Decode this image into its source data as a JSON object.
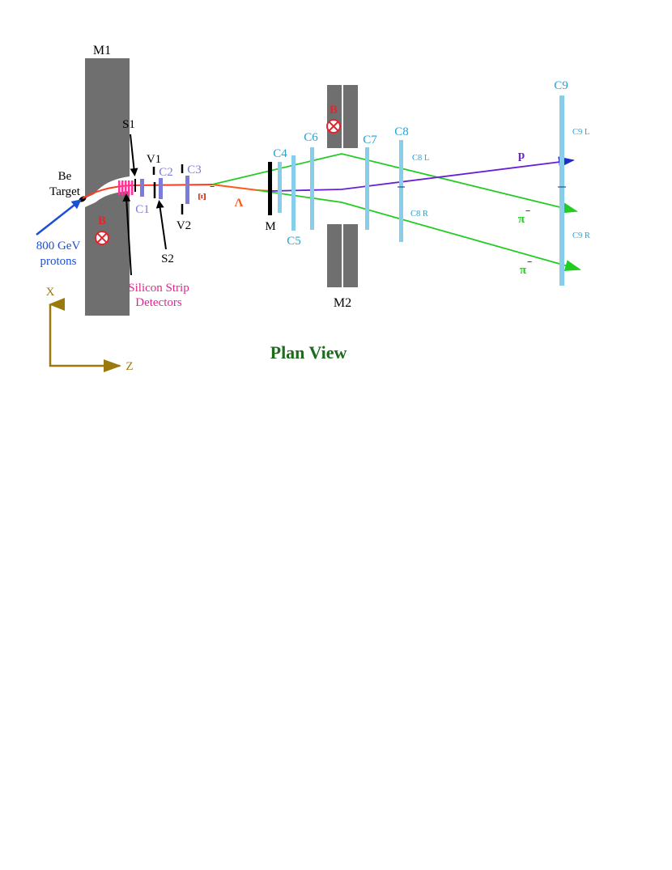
{
  "title": "Plan View",
  "colors": {
    "magnet": "#6f6f6f",
    "chamber": "#87ceeb",
    "chamber_label": "#1fa3d6",
    "silicon": "#ff3399",
    "silicon_label": "#e3268f",
    "pwc_small": "#7b7bdb",
    "beam_track": "#ff3b1f",
    "lambda_track": "#ff5a1a",
    "pion_track": "#22cc22",
    "proton_track": "#6a1fd6",
    "proton_arrow": "#1a2fc9",
    "field_symbol": "#e0262e",
    "axis": "#9a7a0c",
    "title": "#1e6b1e"
  },
  "labels": {
    "m1": "M1",
    "m2": "M2",
    "m": "M",
    "be_target_line1": "Be",
    "be_target_line2": "Target",
    "protons_line1": "800 GeV",
    "protons_line2": "protons",
    "field_left": "B",
    "field_right": "B",
    "s1": "S1",
    "s2": "S2",
    "v1": "V1",
    "v2": "V2",
    "silicon_line1": "Silicon Strip",
    "silicon_line2": "Detectors",
    "c1": "C1",
    "c2": "C2",
    "c3": "C3",
    "c4": "C4",
    "c5": "C5",
    "c6": "C6",
    "c7": "C7",
    "c8": "C8",
    "c9": "C9",
    "c8l": "C8 L",
    "c8r": "C8 R",
    "c9l": "C9 L",
    "c9r": "C9 R",
    "xi": "Ξ",
    "xi_sup": "−",
    "lambda": "Λ",
    "proton": "p",
    "pion_upper": "π",
    "pion_lower": "π",
    "pion_sup": "−",
    "axis_x": "X",
    "axis_z": "Z"
  }
}
